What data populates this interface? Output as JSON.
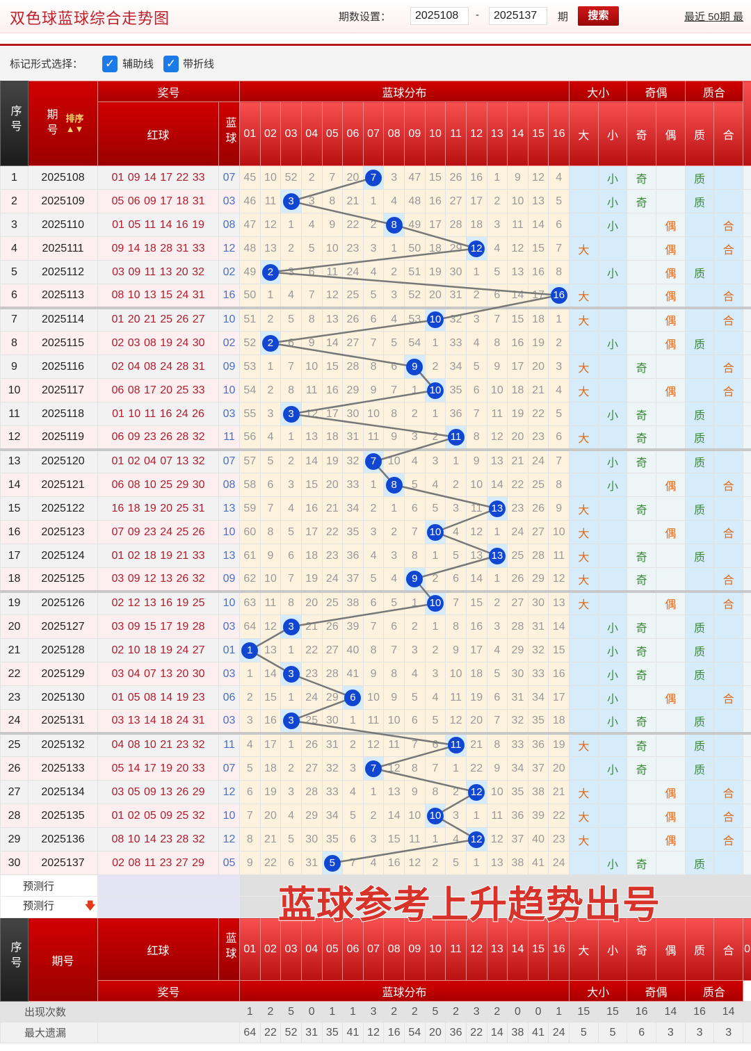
{
  "header": {
    "title": "双色球蓝球综合走势图",
    "period_label": "期数设置：",
    "start_issue": "2025108",
    "dash": "-",
    "end_issue": "2025137",
    "period_unit": "期",
    "search_label": "搜索",
    "recent_label": "最近 50期 最"
  },
  "toolbar": {
    "label": "标记形式选择：",
    "options": [
      {
        "label": "辅助线",
        "checked": true
      },
      {
        "label": "带折线",
        "checked": true
      }
    ]
  },
  "table_header": {
    "seq": "序号",
    "issue": "期号",
    "sort": "排序",
    "prize": "奖号",
    "red": "红球",
    "blue": "蓝球",
    "blue_dist": "蓝球分布",
    "big_small": "大小",
    "odd_even": "奇偶",
    "prime_comp": "质合",
    "numbers": [
      "01",
      "02",
      "03",
      "04",
      "05",
      "06",
      "07",
      "08",
      "09",
      "10",
      "11",
      "12",
      "13",
      "14",
      "15",
      "16"
    ],
    "attrs": [
      "大",
      "小",
      "奇",
      "偶",
      "质",
      "合"
    ],
    "partial": "0"
  },
  "colors": {
    "ball": "#1146d0",
    "red_text": "#b01c2c",
    "blue_text": "#4a6fc0",
    "line": "#777777",
    "green": "#3b8a3b",
    "orange": "#e06a1a"
  },
  "rows": [
    {
      "seq": "1",
      "issue": "2025108",
      "red": "01 09 14 17 22 33",
      "blue": "07",
      "miss": [
        45,
        10,
        52,
        2,
        7,
        20,
        "7",
        3,
        47,
        15,
        26,
        16,
        1,
        9,
        12,
        4
      ],
      "big_small": "小",
      "odd_even": "奇",
      "prime_comp": "质"
    },
    {
      "seq": "2",
      "issue": "2025109",
      "red": "05 06 09 17 18 31",
      "blue": "03",
      "miss": [
        46,
        11,
        "3",
        3,
        8,
        21,
        1,
        4,
        48,
        16,
        27,
        17,
        2,
        10,
        13,
        5
      ],
      "big_small": "小",
      "odd_even": "奇",
      "prime_comp": "质"
    },
    {
      "seq": "3",
      "issue": "2025110",
      "red": "01 05 11 14 16 19",
      "blue": "08",
      "miss": [
        47,
        12,
        1,
        4,
        9,
        22,
        2,
        "8",
        49,
        17,
        28,
        18,
        3,
        11,
        14,
        6
      ],
      "big_small": "小",
      "odd_even": "偶",
      "prime_comp": "合"
    },
    {
      "seq": "4",
      "issue": "2025111",
      "red": "09 14 18 28 31 33",
      "blue": "12",
      "miss": [
        48,
        13,
        2,
        5,
        10,
        23,
        3,
        1,
        50,
        18,
        29,
        "12",
        4,
        12,
        15,
        7
      ],
      "big_small": "大",
      "odd_even": "偶",
      "prime_comp": "合"
    },
    {
      "seq": "5",
      "issue": "2025112",
      "red": "03 09 11 13 20 32",
      "blue": "02",
      "miss": [
        49,
        "2",
        3,
        6,
        11,
        24,
        4,
        2,
        51,
        19,
        30,
        1,
        5,
        13,
        16,
        8
      ],
      "big_small": "小",
      "odd_even": "偶",
      "prime_comp": "质"
    },
    {
      "seq": "6",
      "issue": "2025113",
      "red": "08 10 13 15 24 31",
      "blue": "16",
      "miss": [
        50,
        1,
        4,
        7,
        12,
        25,
        5,
        3,
        52,
        20,
        31,
        2,
        6,
        14,
        17,
        "16"
      ],
      "big_small": "大",
      "odd_even": "偶",
      "prime_comp": "合"
    },
    {
      "seq": "7",
      "issue": "2025114",
      "red": "01 20 21 25 26 27",
      "blue": "10",
      "miss": [
        51,
        2,
        5,
        8,
        13,
        26,
        6,
        4,
        53,
        "10",
        32,
        3,
        7,
        15,
        18,
        1
      ],
      "big_small": "大",
      "odd_even": "偶",
      "prime_comp": "合"
    },
    {
      "seq": "8",
      "issue": "2025115",
      "red": "02 03 08 19 24 30",
      "blue": "02",
      "miss": [
        52,
        "2",
        6,
        9,
        14,
        27,
        7,
        5,
        54,
        1,
        33,
        4,
        8,
        16,
        19,
        2
      ],
      "big_small": "小",
      "odd_even": "偶",
      "prime_comp": "质"
    },
    {
      "seq": "9",
      "issue": "2025116",
      "red": "02 04 08 24 28 31",
      "blue": "09",
      "miss": [
        53,
        1,
        7,
        10,
        15,
        28,
        8,
        6,
        "9",
        2,
        34,
        5,
        9,
        17,
        20,
        3
      ],
      "big_small": "大",
      "odd_even": "奇",
      "prime_comp": "合"
    },
    {
      "seq": "10",
      "issue": "2025117",
      "red": "06 08 17 20 25 33",
      "blue": "10",
      "miss": [
        54,
        2,
        8,
        11,
        16,
        29,
        9,
        7,
        1,
        "10",
        35,
        6,
        10,
        18,
        21,
        4
      ],
      "big_small": "大",
      "odd_even": "偶",
      "prime_comp": "合"
    },
    {
      "seq": "11",
      "issue": "2025118",
      "red": "01 10 11 16 24 26",
      "blue": "03",
      "miss": [
        55,
        3,
        "3",
        12,
        17,
        30,
        10,
        8,
        2,
        1,
        36,
        7,
        11,
        19,
        22,
        5
      ],
      "big_small": "小",
      "odd_even": "奇",
      "prime_comp": "质"
    },
    {
      "seq": "12",
      "issue": "2025119",
      "red": "06 09 23 26 28 32",
      "blue": "11",
      "miss": [
        56,
        4,
        1,
        13,
        18,
        31,
        11,
        9,
        3,
        2,
        "11",
        8,
        12,
        20,
        23,
        6
      ],
      "big_small": "大",
      "odd_even": "奇",
      "prime_comp": "质"
    },
    {
      "seq": "13",
      "issue": "2025120",
      "red": "01 02 04 07 13 32",
      "blue": "07",
      "miss": [
        57,
        5,
        2,
        14,
        19,
        32,
        "7",
        10,
        4,
        3,
        1,
        9,
        13,
        21,
        24,
        7
      ],
      "big_small": "小",
      "odd_even": "奇",
      "prime_comp": "质"
    },
    {
      "seq": "14",
      "issue": "2025121",
      "red": "06 08 10 25 29 30",
      "blue": "08",
      "miss": [
        58,
        6,
        3,
        15,
        20,
        33,
        1,
        "8",
        5,
        4,
        2,
        10,
        14,
        22,
        25,
        8
      ],
      "big_small": "小",
      "odd_even": "偶",
      "prime_comp": "合"
    },
    {
      "seq": "15",
      "issue": "2025122",
      "red": "16 18 19 20 25 31",
      "blue": "13",
      "miss": [
        59,
        7,
        4,
        16,
        21,
        34,
        2,
        1,
        6,
        5,
        3,
        11,
        "13",
        23,
        26,
        9
      ],
      "big_small": "大",
      "odd_even": "奇",
      "prime_comp": "质"
    },
    {
      "seq": "16",
      "issue": "2025123",
      "red": "07 09 23 24 25 26",
      "blue": "10",
      "miss": [
        60,
        8,
        5,
        17,
        22,
        35,
        3,
        2,
        7,
        "10",
        4,
        12,
        1,
        24,
        27,
        10
      ],
      "big_small": "大",
      "odd_even": "偶",
      "prime_comp": "合"
    },
    {
      "seq": "17",
      "issue": "2025124",
      "red": "01 02 18 19 21 33",
      "blue": "13",
      "miss": [
        61,
        9,
        6,
        18,
        23,
        36,
        4,
        3,
        8,
        1,
        5,
        13,
        "13",
        25,
        28,
        11
      ],
      "big_small": "大",
      "odd_even": "奇",
      "prime_comp": "质"
    },
    {
      "seq": "18",
      "issue": "2025125",
      "red": "03 09 12 13 26 32",
      "blue": "09",
      "miss": [
        62,
        10,
        7,
        19,
        24,
        37,
        5,
        4,
        "9",
        2,
        6,
        14,
        1,
        26,
        29,
        12
      ],
      "big_small": "大",
      "odd_even": "奇",
      "prime_comp": "合"
    },
    {
      "seq": "19",
      "issue": "2025126",
      "red": "02 12 13 16 19 25",
      "blue": "10",
      "miss": [
        63,
        11,
        8,
        20,
        25,
        38,
        6,
        5,
        1,
        "10",
        7,
        15,
        2,
        27,
        30,
        13
      ],
      "big_small": "大",
      "odd_even": "偶",
      "prime_comp": "合"
    },
    {
      "seq": "20",
      "issue": "2025127",
      "red": "03 09 15 17 19 28",
      "blue": "03",
      "miss": [
        64,
        12,
        "3",
        21,
        26,
        39,
        7,
        6,
        2,
        1,
        8,
        16,
        3,
        28,
        31,
        14
      ],
      "big_small": "小",
      "odd_even": "奇",
      "prime_comp": "质"
    },
    {
      "seq": "21",
      "issue": "2025128",
      "red": "02 10 18 19 24 27",
      "blue": "01",
      "miss": [
        "1",
        13,
        1,
        22,
        27,
        40,
        8,
        7,
        3,
        2,
        9,
        17,
        4,
        29,
        32,
        15
      ],
      "big_small": "小",
      "odd_even": "奇",
      "prime_comp": "质"
    },
    {
      "seq": "22",
      "issue": "2025129",
      "red": "03 04 07 13 20 30",
      "blue": "03",
      "miss": [
        1,
        14,
        "3",
        23,
        28,
        41,
        9,
        8,
        4,
        3,
        10,
        18,
        5,
        30,
        33,
        16
      ],
      "big_small": "小",
      "odd_even": "奇",
      "prime_comp": "质"
    },
    {
      "seq": "23",
      "issue": "2025130",
      "red": "01 05 08 14 19 23",
      "blue": "06",
      "miss": [
        2,
        15,
        1,
        24,
        29,
        "6",
        10,
        9,
        5,
        4,
        11,
        19,
        6,
        31,
        34,
        17
      ],
      "big_small": "小",
      "odd_even": "偶",
      "prime_comp": "合"
    },
    {
      "seq": "24",
      "issue": "2025131",
      "red": "03 13 14 18 24 31",
      "blue": "03",
      "miss": [
        3,
        16,
        "3",
        25,
        30,
        1,
        11,
        10,
        6,
        5,
        12,
        20,
        7,
        32,
        35,
        18
      ],
      "big_small": "小",
      "odd_even": "奇",
      "prime_comp": "质"
    },
    {
      "seq": "25",
      "issue": "2025132",
      "red": "04 08 10 21 23 32",
      "blue": "11",
      "miss": [
        4,
        17,
        1,
        26,
        31,
        2,
        12,
        11,
        7,
        6,
        "11",
        21,
        8,
        33,
        36,
        19
      ],
      "big_small": "大",
      "odd_even": "奇",
      "prime_comp": "质"
    },
    {
      "seq": "26",
      "issue": "2025133",
      "red": "05 14 17 19 20 33",
      "blue": "07",
      "miss": [
        5,
        18,
        2,
        27,
        32,
        3,
        "7",
        12,
        8,
        7,
        1,
        22,
        9,
        34,
        37,
        20
      ],
      "big_small": "小",
      "odd_even": "奇",
      "prime_comp": "质"
    },
    {
      "seq": "27",
      "issue": "2025134",
      "red": "03 05 09 13 26 29",
      "blue": "12",
      "miss": [
        6,
        19,
        3,
        28,
        33,
        4,
        1,
        13,
        9,
        8,
        2,
        "12",
        10,
        35,
        38,
        21
      ],
      "big_small": "大",
      "odd_even": "偶",
      "prime_comp": "合"
    },
    {
      "seq": "28",
      "issue": "2025135",
      "red": "01 02 05 09 25 32",
      "blue": "10",
      "miss": [
        7,
        20,
        4,
        29,
        34,
        5,
        2,
        14,
        10,
        "10",
        3,
        1,
        11,
        36,
        39,
        22
      ],
      "big_small": "大",
      "odd_even": "偶",
      "prime_comp": "合"
    },
    {
      "seq": "29",
      "issue": "2025136",
      "red": "08 10 14 23 28 32",
      "blue": "12",
      "miss": [
        8,
        21,
        5,
        30,
        35,
        6,
        3,
        15,
        11,
        1,
        4,
        "12",
        12,
        37,
        40,
        23
      ],
      "big_small": "大",
      "odd_even": "偶",
      "prime_comp": "合"
    },
    {
      "seq": "30",
      "issue": "2025137",
      "red": "02 08 11 23 27 29",
      "blue": "05",
      "miss": [
        9,
        22,
        6,
        31,
        "5",
        7,
        4,
        16,
        12,
        2,
        5,
        1,
        13,
        38,
        41,
        24
      ],
      "big_small": "小",
      "odd_even": "奇",
      "prime_comp": "质"
    }
  ],
  "prediction": {
    "label": "预测行"
  },
  "stats": {
    "appear_label": "出现次数",
    "appear": [
      1,
      2,
      5,
      0,
      1,
      1,
      3,
      2,
      2,
      5,
      2,
      3,
      2,
      0,
      0,
      1,
      15,
      15,
      16,
      14,
      16,
      14
    ],
    "max_miss_label": "最大遗漏",
    "max_miss": [
      64,
      22,
      52,
      31,
      35,
      41,
      12,
      16,
      54,
      20,
      36,
      22,
      14,
      38,
      41,
      24,
      5,
      5,
      6,
      3,
      3,
      3
    ]
  },
  "watermark": "蓝球参考上升趋势出号"
}
